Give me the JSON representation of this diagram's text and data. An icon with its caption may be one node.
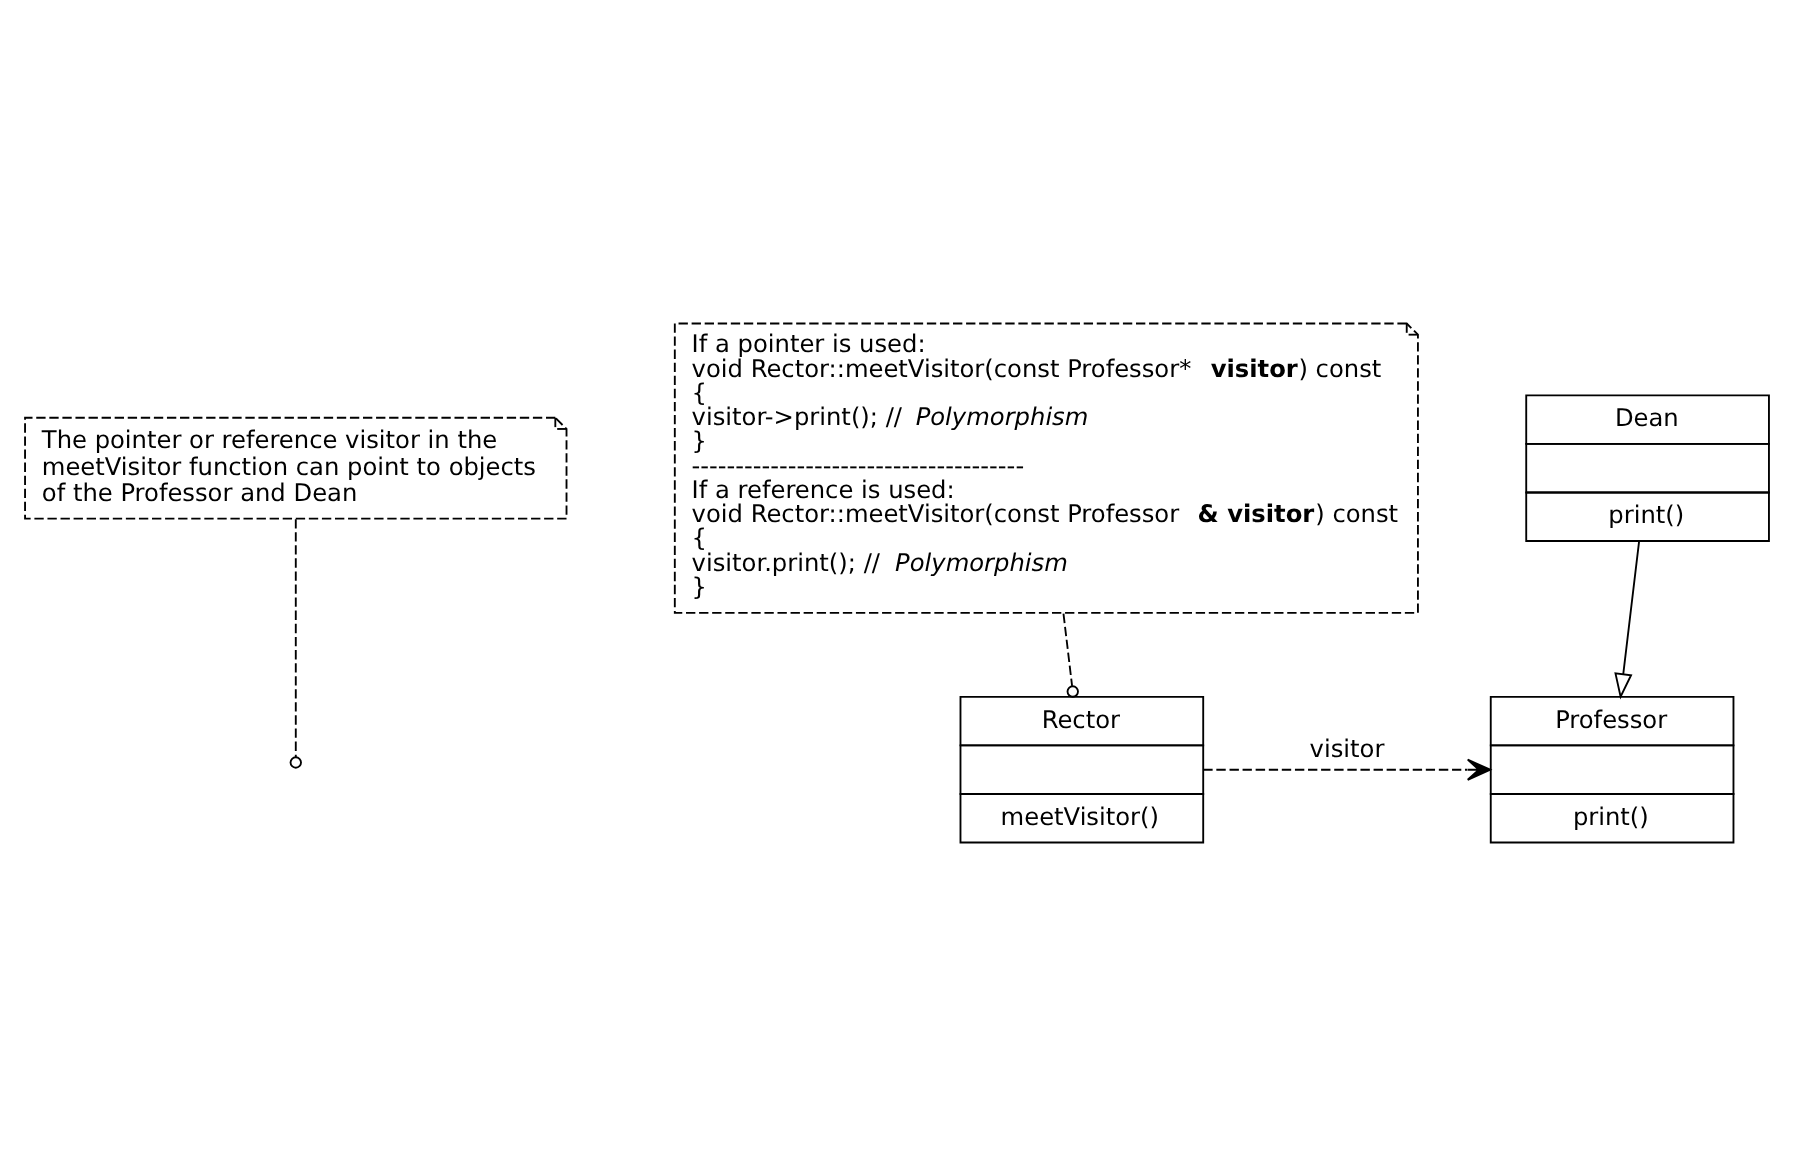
{
  "diagram": {
    "nodes": [
      {
        "text": [
          "The pointer or reference visitor in the meetVisitor function can point to objects of the Professor and Dean"
        ]
      },
      {
        "text": [
          "Rector",
          "meetVisitor()"
        ]
      },
      {
        "text": [
          "Professor",
          "print()"
        ]
      },
      {
        "text": [
          "Dean",
          "print()"
        ]
      },
      {
        "text": [
          "If a pointer is used:",
          "void Rector::meetVisitor(const Professor* **visitor**) const",
          "{",
          "visitor->print(); // *Polymorphism*",
          "}",
          "--------------------------------------",
          "If a reference is used:",
          "void Rector::meetVisitor(const Professor **& visitor**) const",
          "{",
          "visitor.print(); // *Polymorphism*",
          "}"
        ]
      }
    ],
    "edges": [
      {
        "from": 1,
        "to": 2,
        "arrow": "to",
        "label": "visitor",
        "style": "dashed"
      },
      {
        "from": 0,
        "to": null,
        "arrow": "other",
        "style": "dashed"
      },
      {
        "from": 4,
        "to": 1,
        "arrow": "other",
        "style": "dashed"
      },
      {
        "from": 3,
        "to": 2,
        "arrow": "to"
      }
    ]
  }
}
